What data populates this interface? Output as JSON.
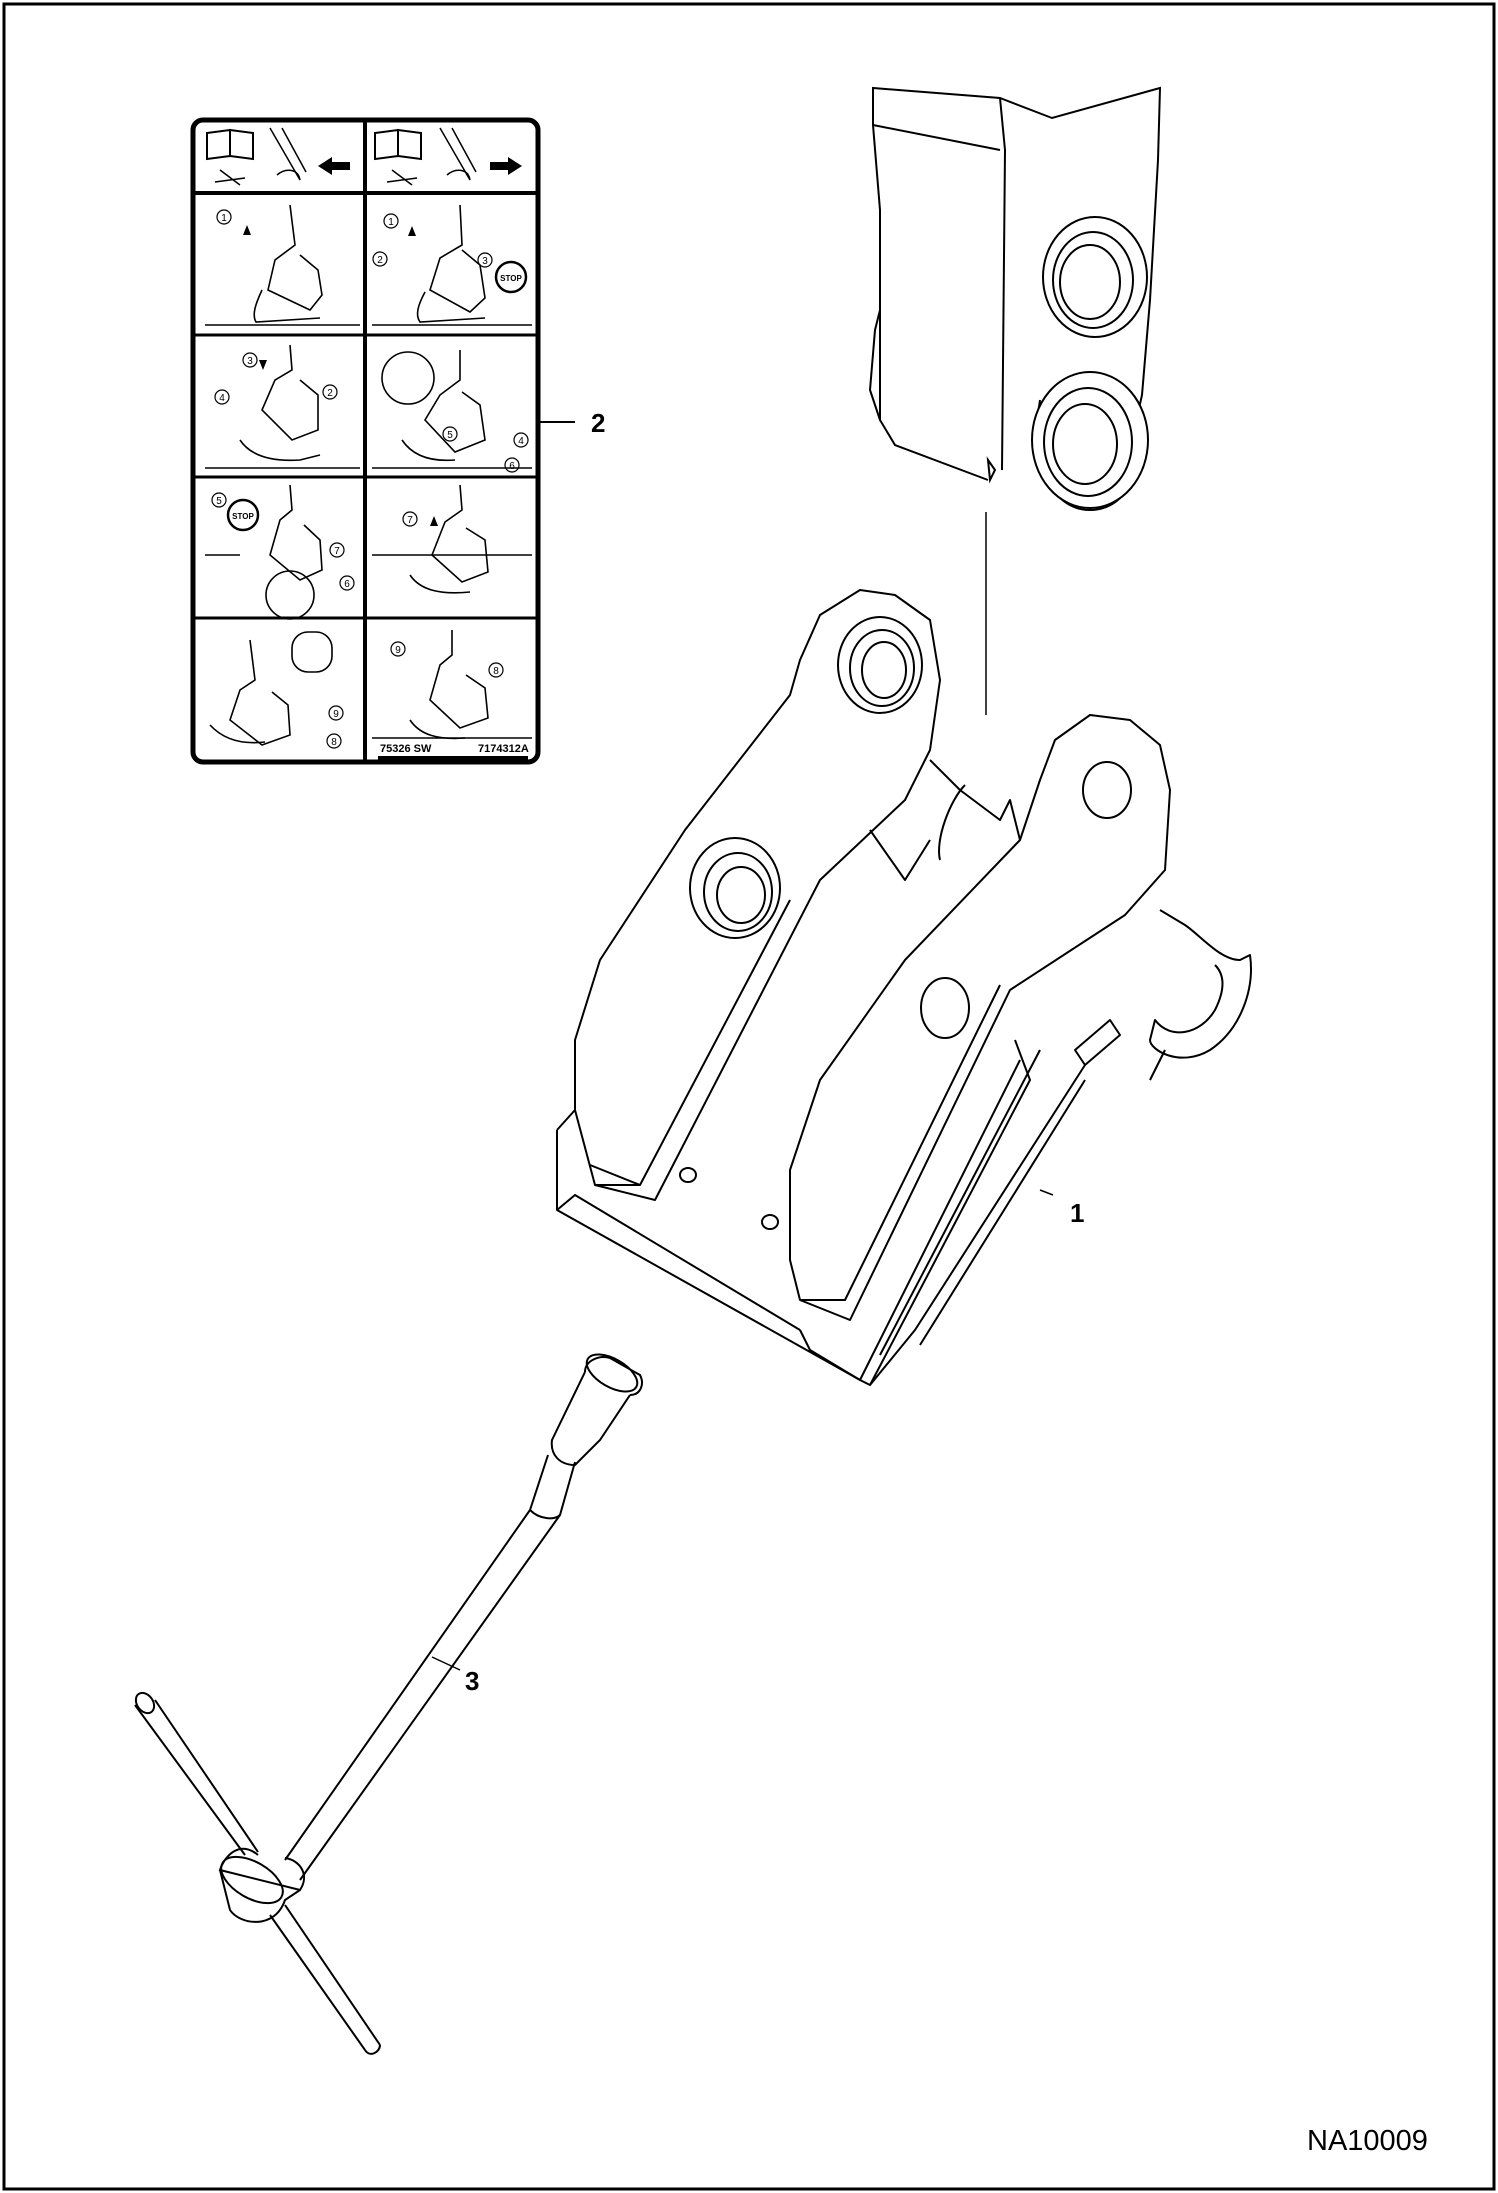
{
  "figure": {
    "drawing_id": "NA10009"
  },
  "callouts": [
    {
      "id": "1",
      "label": "1"
    },
    {
      "id": "2",
      "label": "2"
    },
    {
      "id": "3",
      "label": "3"
    }
  ],
  "decal": {
    "part_left": "75326 SW",
    "part_right": "7174312A",
    "stop_label": "STOP",
    "step_numbers": [
      "1",
      "2",
      "3",
      "4",
      "5",
      "6",
      "7",
      "8",
      "9"
    ],
    "icons": [
      "book-icon",
      "arrow-left-icon",
      "arrow-right-icon",
      "stop-sign-icon"
    ]
  },
  "colors": {
    "line": "#000000",
    "background": "#ffffff"
  }
}
